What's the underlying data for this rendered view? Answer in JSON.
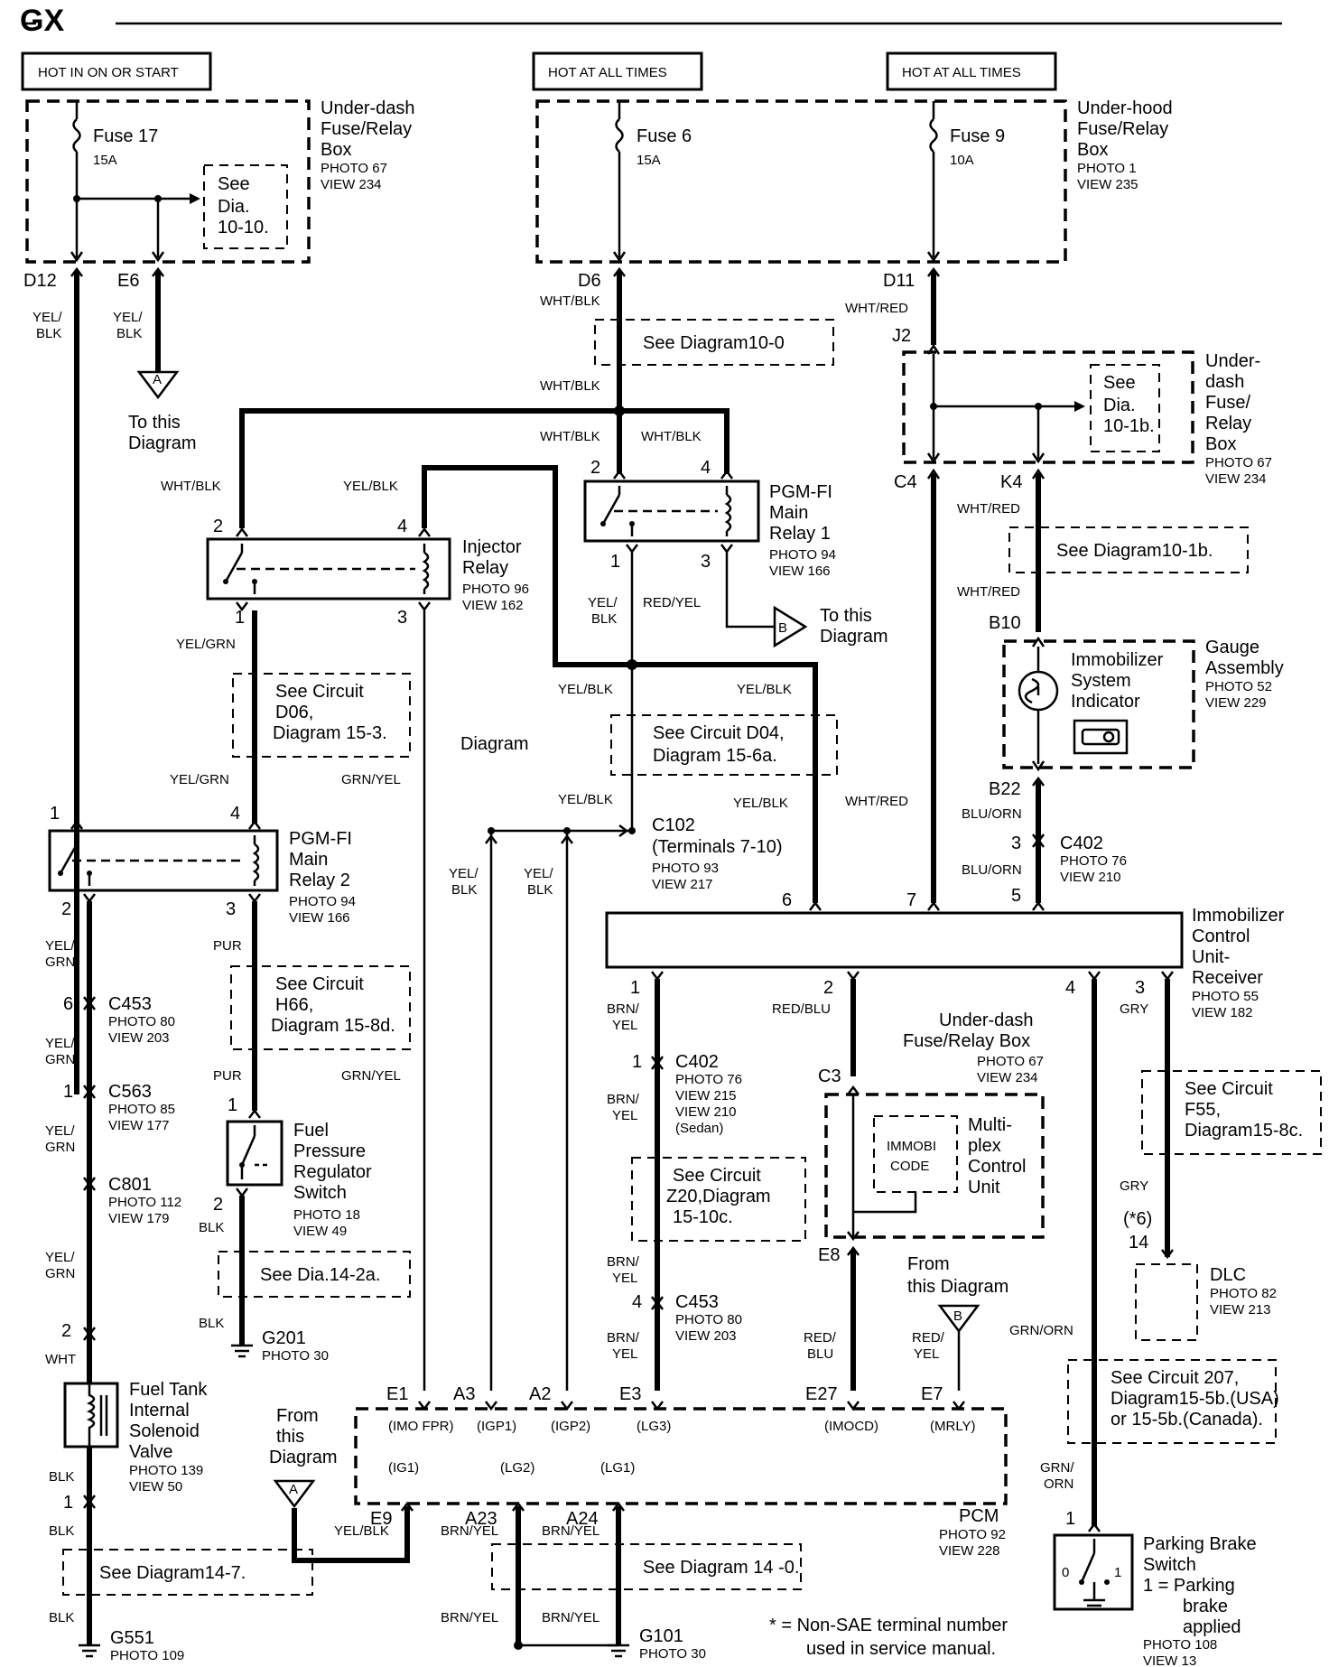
{
  "title": "GX",
  "power_labels": {
    "hot_on_start": "HOT IN ON OR START",
    "hot_all_1": "HOT AT ALL TIMES",
    "hot_all_2": "HOT AT ALL TIMES"
  },
  "fuses": {
    "f17": {
      "name": "Fuse 17",
      "rating": "15A"
    },
    "f6": {
      "name": "Fuse 6",
      "rating": "15A"
    },
    "f9": {
      "name": "Fuse 9",
      "rating": "10A"
    }
  },
  "boxes": {
    "underdash_left": {
      "l1": "Under-dash",
      "l2": "Fuse/Relay",
      "l3": "Box",
      "photo": "PHOTO 67",
      "view": "VIEW 234"
    },
    "underhood": {
      "l1": "Under-hood",
      "l2": "Fuse/Relay",
      "l3": "Box",
      "photo": "PHOTO 1",
      "view": "VIEW 235"
    },
    "underdash_right": {
      "l1": "Under-",
      "l2": "dash",
      "l3": "Fuse/",
      "l4": "Relay",
      "l5": "Box",
      "photo": "PHOTO 67",
      "view": "VIEW 234"
    },
    "underdash_mid": {
      "l1": "Under-dash",
      "l2": "Fuse/Relay Box",
      "photo": "PHOTO 67",
      "view": "VIEW 234"
    }
  },
  "see_dia_10_10": {
    "l1": "See",
    "l2": "Dia.",
    "l3": "10-10."
  },
  "see_dia_10_1b": {
    "l1": "See",
    "l2": "Dia.",
    "l3": "10-1b."
  },
  "see_labels": {
    "d10_0": "See Diagram10-0",
    "d10_1b": "See Diagram10-1b.",
    "d06_1": "See Circuit",
    "d06_2": "D06,",
    "d06_3": "Diagram 15-3.",
    "d04_1": "See Circuit D04,",
    "d04_2": "Diagram 15-6a.",
    "h66_1": "See Circuit",
    "h66_2": "H66,",
    "h66_3": "Diagram 15-8d.",
    "d14_2a": "See Dia.14-2a.",
    "z20_1": "See Circuit",
    "z20_2": "Z20,Diagram",
    "z20_3": "15-10c.",
    "f55_1": "See Circuit",
    "f55_2": "F55,",
    "f55_3": "Diagram15-8c.",
    "c207_1": "See Circuit  207,",
    "c207_2": "Diagram15-5b.(USA)",
    "c207_3": "or 15-5b.(Canada).",
    "d14_7": "See Diagram14-7.",
    "d14_0": "See Diagram 14 -0."
  },
  "components": {
    "injector_relay": {
      "l1": "Injector",
      "l2": "Relay",
      "photo": "PHOTO 96",
      "view": "VIEW 162"
    },
    "pgm_relay1": {
      "l1": "PGM-FI",
      "l2": "Main",
      "l3": "Relay 1",
      "photo": "PHOTO 94",
      "view": "VIEW 166"
    },
    "pgm_relay2": {
      "l1": "PGM-FI",
      "l2": "Main",
      "l3": "Relay 2",
      "photo": "PHOTO 94",
      "view": "VIEW 166"
    },
    "gauge": {
      "l1": "Gauge",
      "l2": "Assembly",
      "photo": "PHOTO 52",
      "view": "VIEW 229",
      "ind1": "Immobilizer",
      "ind2": "System",
      "ind3": "Indicator"
    },
    "icu": {
      "l1": "Immobilizer",
      "l2": "Control",
      "l3": "Unit-",
      "l4": "Receiver",
      "photo": "PHOTO 55",
      "view": "VIEW 182"
    },
    "fprs": {
      "l1": "Fuel",
      "l2": "Pressure",
      "l3": "Regulator",
      "l4": "Switch",
      "photo": "PHOTO 18",
      "view": "VIEW 49"
    },
    "fuel_tank": {
      "l1": "Fuel Tank",
      "l2": "Internal",
      "l3": "Solenoid",
      "l4": "Valve",
      "photo": "PHOTO 139",
      "view": "VIEW 50"
    },
    "mpcu": {
      "l1": "Multi-",
      "l2": "plex",
      "l3": "Control",
      "l4": "Unit",
      "code1": "IMMOBI",
      "code2": "CODE"
    },
    "dlc": {
      "name": "DLC",
      "photo": "PHOTO 82",
      "view": "VIEW 213"
    },
    "pcm": {
      "name": "PCM",
      "photo": "PHOTO 92",
      "view": "VIEW 228"
    },
    "parking": {
      "l1": "Parking Brake",
      "l2": "Switch",
      "l3": "1 =  Parking",
      "l4": "brake",
      "l5": "applied",
      "photo": "PHOTO 108",
      "view": "VIEW 13",
      "p0": "0",
      "p1": "1"
    }
  },
  "connectors": {
    "c453a": {
      "name": "C453",
      "photo": "PHOTO 80",
      "view": "VIEW 203"
    },
    "c563": {
      "name": "C563",
      "photo": "PHOTO 85",
      "view": "VIEW 177"
    },
    "c801": {
      "name": "C801",
      "photo": "PHOTO 112",
      "view": "VIEW 179"
    },
    "c102": {
      "name": "C102",
      "sub": "(Terminals 7-10)",
      "photo": "PHOTO 93",
      "view": "VIEW 217"
    },
    "c402a": {
      "name": "C402",
      "photo": "PHOTO 76",
      "view": "VIEW 210"
    },
    "c402b": {
      "name": "C402",
      "photo": "PHOTO 76",
      "view1": "VIEW 215",
      "view2": "VIEW 210",
      "sub": "(Sedan)"
    },
    "c453b": {
      "name": "C453",
      "photo": "PHOTO 80",
      "view": "VIEW 203"
    }
  },
  "grounds": {
    "g201": {
      "name": "G201",
      "photo": "PHOTO 30"
    },
    "g551": {
      "name": "G551",
      "photo": "PHOTO 109"
    },
    "g101": {
      "name": "G101",
      "photo": "PHOTO 30"
    }
  },
  "refs": {
    "to_a_1": "To this",
    "to_a_2": "Diagram",
    "to_b_1": "To this",
    "to_b_2": "Diagram",
    "diagram_word": "Diagram",
    "from_b_1": "From",
    "from_b_2": "this Diagram",
    "from_a_1": "From",
    "from_a_2": "this",
    "from_a_3": "Diagram",
    "a": "A",
    "b": "B",
    "star6_1": "(*6)",
    "star6_2": "14"
  },
  "terminals": {
    "D12": "D12",
    "E6": "E6",
    "D6": "D6",
    "D11": "D11",
    "J2": "J2",
    "C4": "C4",
    "K4": "K4",
    "B10": "B10",
    "B22": "B22",
    "C3": "C3",
    "E8": "E8",
    "E1": "E1",
    "A3": "A3",
    "A2": "A2",
    "E3": "E3",
    "E27": "E27",
    "E7": "E7",
    "E9": "E9",
    "A23": "A23",
    "A24": "A24",
    "n1": "1",
    "n2": "2",
    "n3": "3",
    "n4": "4",
    "n5": "5",
    "n6": "6",
    "n7": "7"
  },
  "pcm_pins": {
    "imofpr": "(IMO FPR)",
    "igp1": "(IGP1)",
    "igp2": "(IGP2)",
    "lg3": "(LG3)",
    "imocd": "(IMOCD)",
    "mrly": "(MRLY)",
    "ig1": "(IG1)",
    "lg2": "(LG2)",
    "lg1": "(LG1)"
  },
  "wires": {
    "yel": "YEL/",
    "blk": "BLK",
    "yelblk": "YEL/BLK",
    "whtblk": "WHT/BLK",
    "whtred": "WHT/RED",
    "yelgrn": "YEL/GRN",
    "grnyel": "GRN/YEL",
    "redyel": "RED/YEL",
    "yel2": "YEL/",
    "grn": "GRN",
    "pur": "PUR",
    "wht": "WHT",
    "bluorn": "BLU/ORN",
    "brn": "BRN/",
    "yel3": "YEL",
    "redblu": "RED/BLU",
    "red": "RED/",
    "blu": "BLU",
    "gry": "GRY",
    "grnorn": "GRN/ORN",
    "grn2": "GRN/",
    "orn": "ORN",
    "brnyel": "BRN/YEL"
  },
  "footnote": {
    "l1": "* =  Non-SAE terminal number",
    "l2": "used in service manual."
  }
}
